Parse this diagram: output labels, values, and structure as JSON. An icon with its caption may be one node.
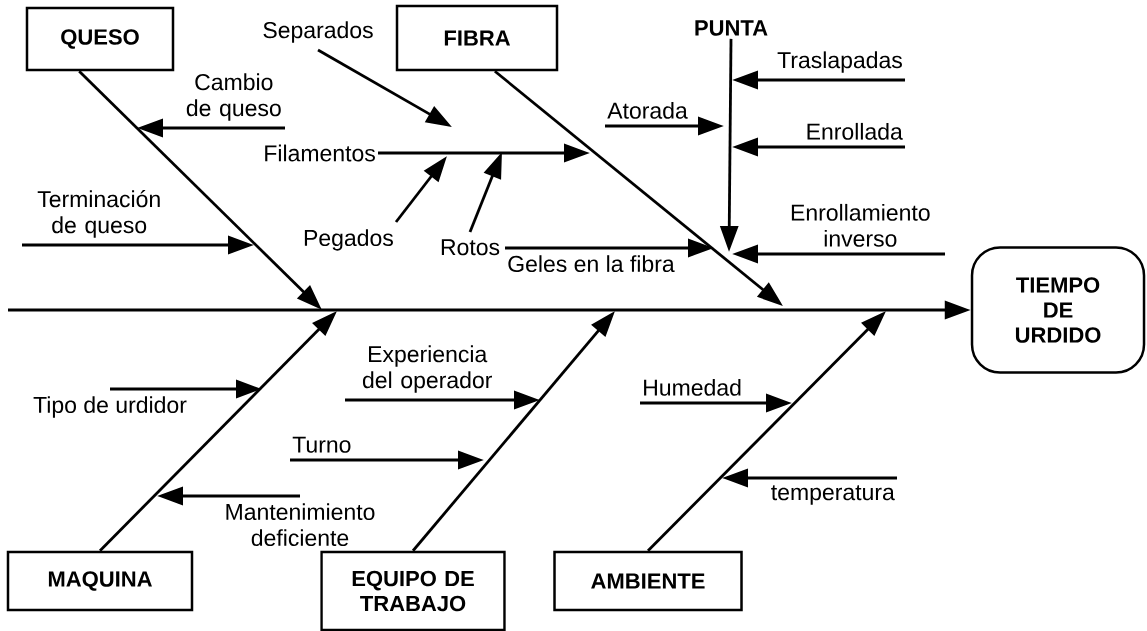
{
  "diagram": {
    "nodes": [
      {
        "text": [
          "QUESO"
        ]
      },
      {
        "text": [
          "FIBRA"
        ]
      },
      {
        "text": [
          "PUNTA"
        ]
      },
      {
        "text": [
          "TIEMPO DE URDIDO"
        ]
      },
      {
        "text": [
          "MAQUINA"
        ]
      },
      {
        "text": [
          "EQUIPO DE TRABAJO"
        ]
      },
      {
        "text": [
          "AMBIENTE"
        ]
      },
      {
        "text": [
          "Separados"
        ]
      },
      {
        "text": [
          "Cambio de queso"
        ]
      },
      {
        "text": [
          "Filamentos"
        ]
      },
      {
        "text": [
          "Terminación de queso"
        ]
      },
      {
        "text": [
          "Pegados"
        ]
      },
      {
        "text": [
          "Rotos"
        ]
      },
      {
        "text": [
          "Traslapadas"
        ]
      },
      {
        "text": [
          "Atorada"
        ]
      },
      {
        "text": [
          "Enrollada"
        ]
      },
      {
        "text": [
          "Enrollamiento inverso"
        ]
      },
      {
        "text": [
          "Geles en la fibra"
        ]
      },
      {
        "text": [
          "Experiencia del operador"
        ]
      },
      {
        "text": [
          "Humedad"
        ]
      },
      {
        "text": [
          "Tipo de urdidor"
        ]
      },
      {
        "text": [
          "Turno"
        ]
      },
      {
        "text": [
          "Mantenimiento deficiente"
        ]
      },
      {
        "text": [
          "temperatura"
        ]
      }
    ],
    "edges": [
      {
        "from": 0,
        "to": null,
        "arrow": "to"
      },
      {
        "from": 1,
        "to": null,
        "arrow": "to"
      },
      {
        "from": 2,
        "to": null,
        "arrow": "to"
      },
      {
        "from": null,
        "to": 3,
        "arrow": "to"
      },
      {
        "from": 4,
        "to": null,
        "arrow": "to"
      },
      {
        "from": 5,
        "to": null,
        "arrow": "to"
      },
      {
        "from": 6,
        "to": null,
        "arrow": "to"
      },
      {
        "from": 7,
        "to": null,
        "arrow": "to"
      },
      {
        "from": 8,
        "to": null,
        "arrow": "to"
      },
      {
        "from": 9,
        "to": null,
        "arrow": "to"
      },
      {
        "from": 10,
        "to": null,
        "arrow": "to"
      },
      {
        "from": 11,
        "to": null,
        "arrow": "to"
      },
      {
        "from": 12,
        "to": null,
        "arrow": "to"
      },
      {
        "from": 13,
        "to": null,
        "arrow": "to"
      },
      {
        "from": 14,
        "to": null,
        "arrow": "to"
      },
      {
        "from": 15,
        "to": null,
        "arrow": "to"
      },
      {
        "from": 16,
        "to": null,
        "arrow": "to"
      },
      {
        "from": 17,
        "to": null,
        "arrow": "to"
      },
      {
        "from": 18,
        "to": null,
        "arrow": "to"
      },
      {
        "from": 19,
        "to": null,
        "arrow": "to"
      },
      {
        "from": 20,
        "to": null,
        "arrow": "to"
      },
      {
        "from": 21,
        "to": null,
        "arrow": "to"
      },
      {
        "from": 22,
        "to": null,
        "arrow": "to"
      },
      {
        "from": 23,
        "to": null,
        "arrow": "to"
      }
    ]
  }
}
